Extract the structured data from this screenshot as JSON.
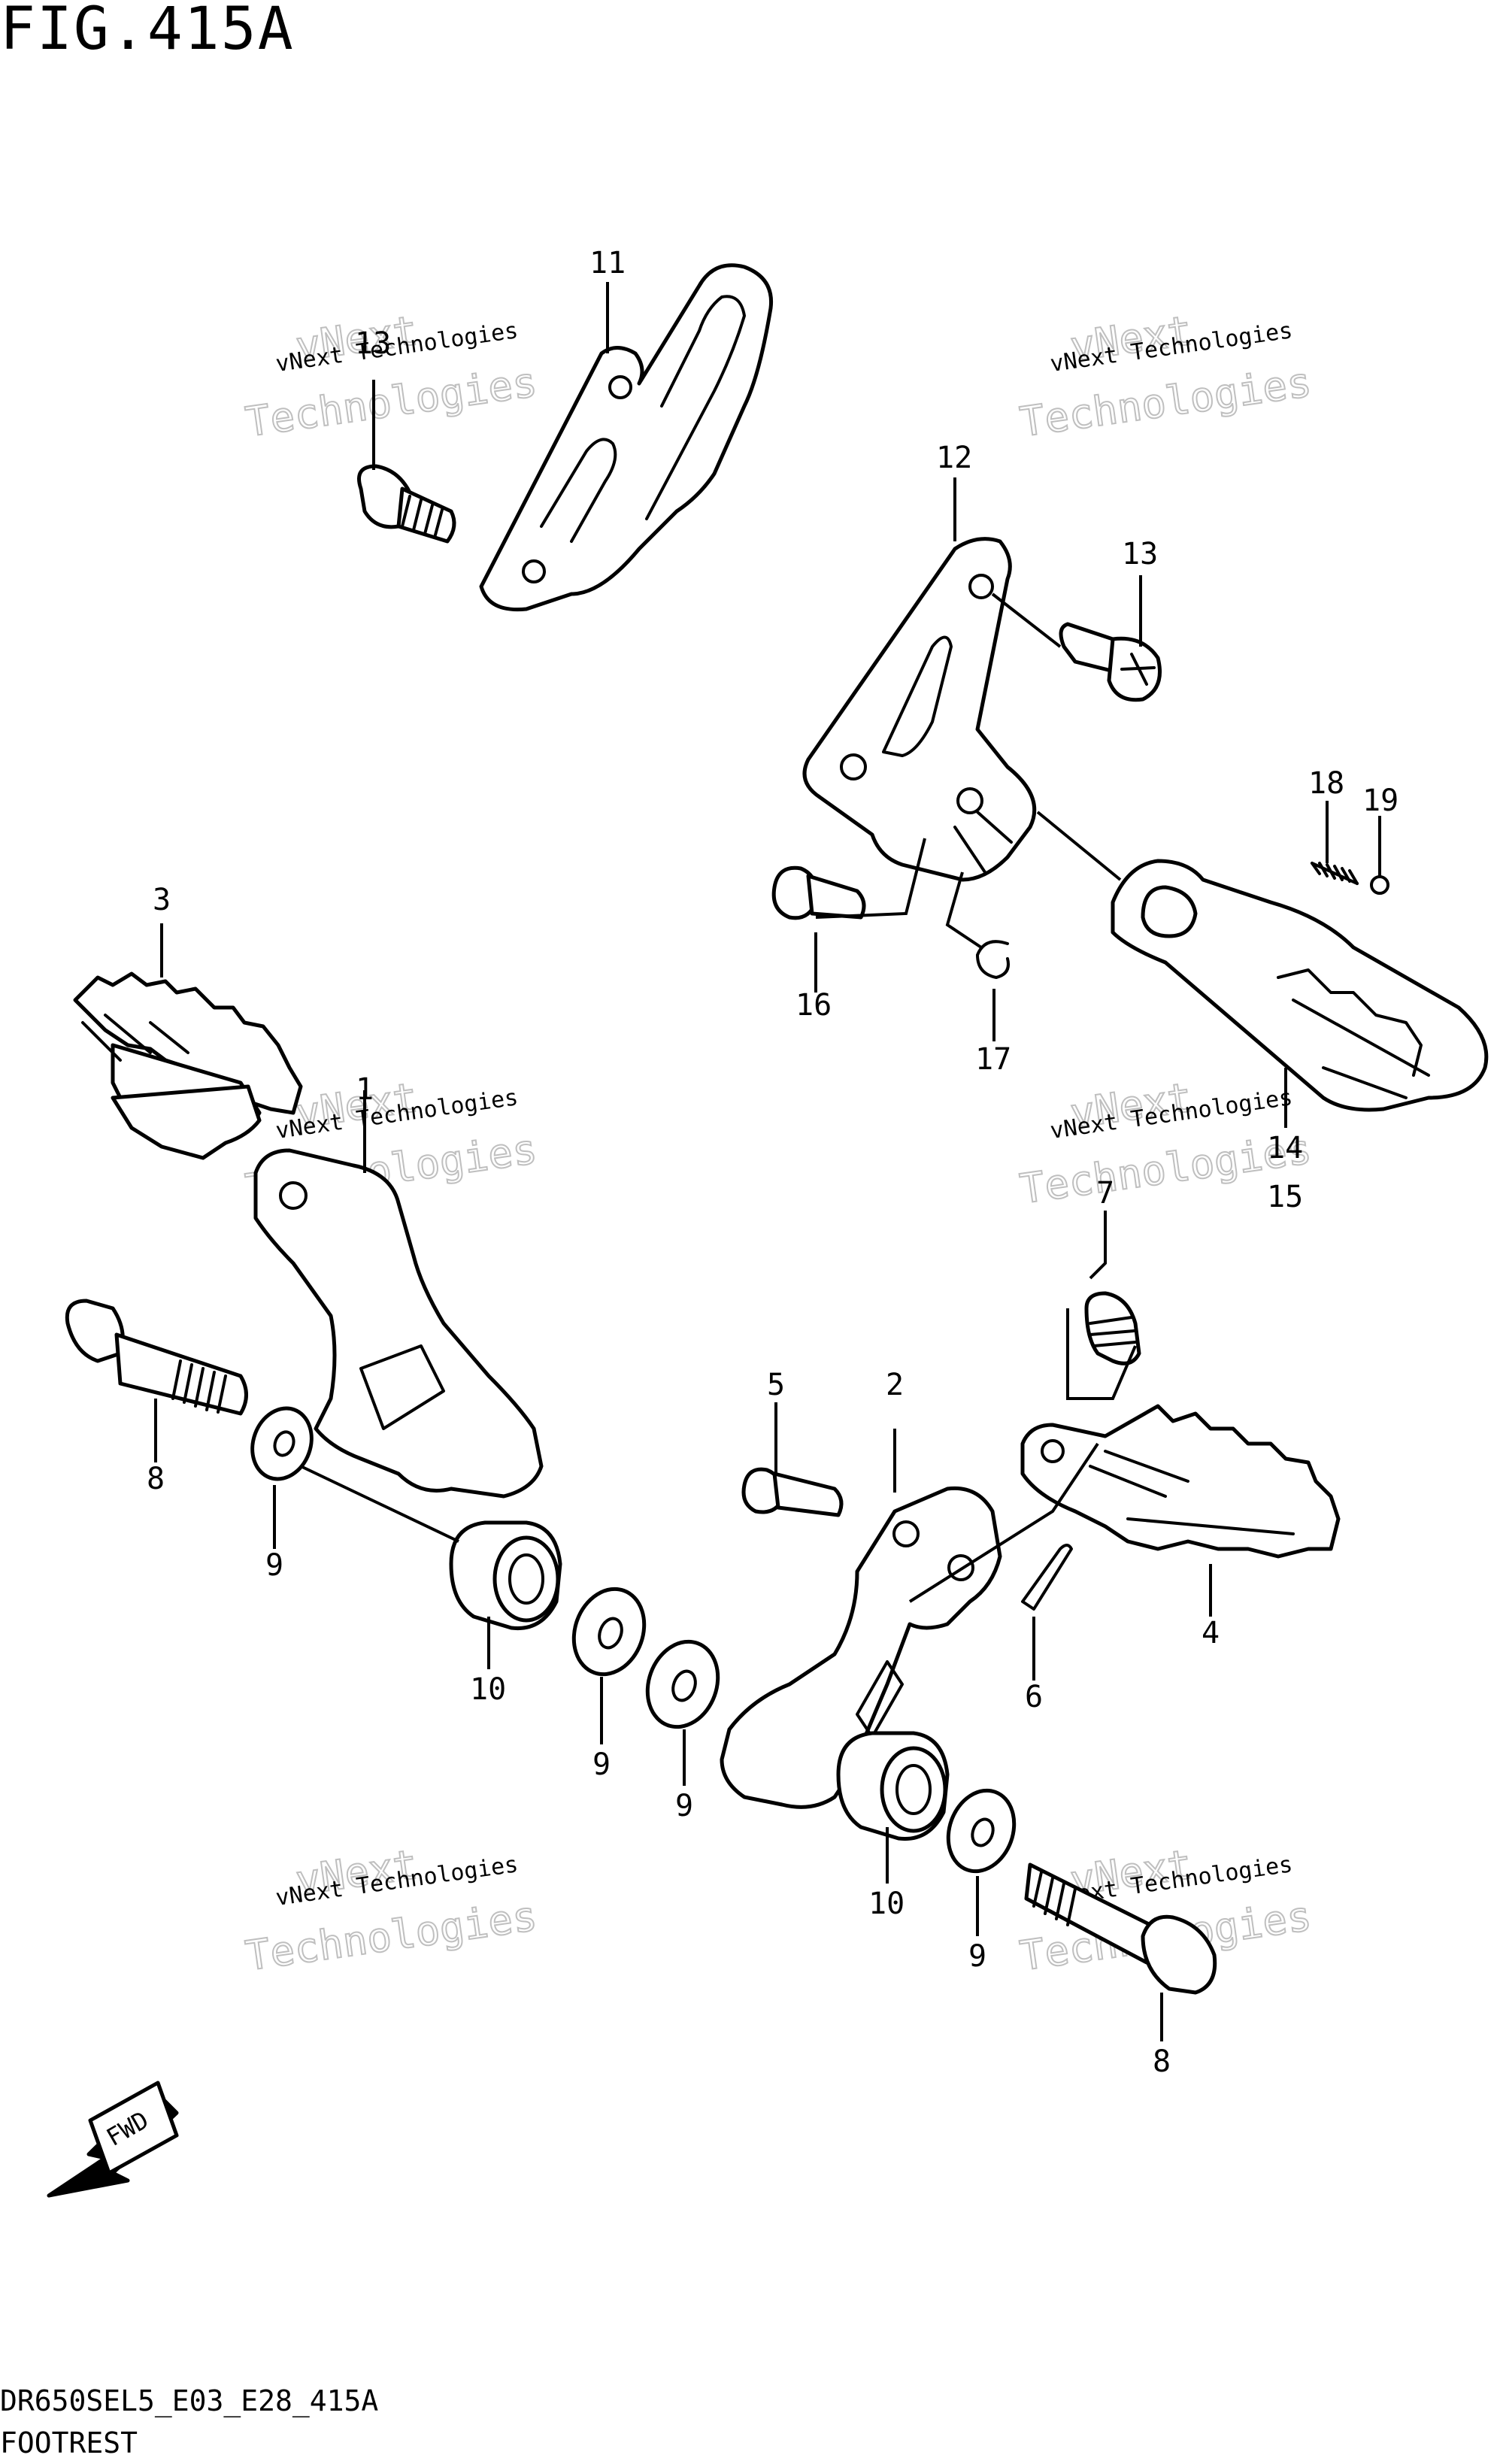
{
  "figure": {
    "title": "FIG.415A",
    "code": "DR650SEL5_E03_E28_415A",
    "name": "FOOTREST"
  },
  "callouts": {
    "c1": "1",
    "c2": "2",
    "c3": "3",
    "c4": "4",
    "c5": "5",
    "c6": "6",
    "c7": "7",
    "c8a": "8",
    "c8b": "8",
    "c9a": "9",
    "c9b": "9",
    "c9c": "9",
    "c9d": "9",
    "c10a": "10",
    "c10b": "10",
    "c11": "11",
    "c12": "12",
    "c13a": "13",
    "c13b": "13",
    "c14": "14",
    "c15": "15",
    "c16": "16",
    "c17": "17",
    "c18": "18",
    "c19": "19"
  },
  "arrow": {
    "label": "FWD"
  },
  "watermark": {
    "line1": "vNext Technologies",
    "line2": "vNext",
    "line3": "Technologies"
  }
}
